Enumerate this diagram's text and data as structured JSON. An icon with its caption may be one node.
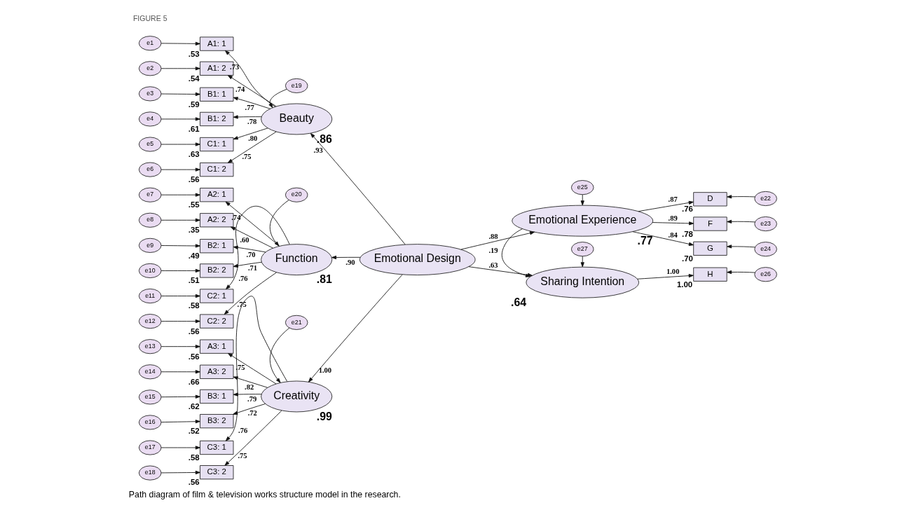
{
  "diagram": {
    "caption": "Path diagram of film & television works structure model in the research.",
    "nodes": [
      {
        "text": [
          "e1"
        ]
      },
      {
        "text": [
          "e2"
        ]
      },
      {
        "text": [
          "e3"
        ]
      },
      {
        "text": [
          "e4"
        ]
      },
      {
        "text": [
          "e5"
        ]
      },
      {
        "text": [
          "e6"
        ]
      },
      {
        "text": [
          "A1: 1"
        ],
        "beside": [
          ".53"
        ]
      },
      {
        "text": [
          "A1: 2"
        ],
        "beside": [
          ".54"
        ]
      },
      {
        "text": [
          "B1: 1"
        ],
        "beside": [
          ".59"
        ]
      },
      {
        "text": [
          "B1: 2"
        ],
        "beside": [
          ".61"
        ]
      },
      {
        "text": [
          "C1: 1"
        ],
        "beside": [
          ".63"
        ]
      },
      {
        "text": [
          "C1: 2"
        ],
        "beside": [
          ".56"
        ]
      },
      {
        "text": [
          "e19"
        ]
      },
      {
        "text": [
          "Beauty"
        ],
        "beside": [
          ".86"
        ]
      },
      {
        "text": [
          "e7"
        ]
      },
      {
        "text": [
          "e8"
        ]
      },
      {
        "text": [
          "e9"
        ]
      },
      {
        "text": [
          "e10"
        ]
      },
      {
        "text": [
          "e11"
        ]
      },
      {
        "text": [
          "e12"
        ]
      },
      {
        "text": [
          "A2: 1"
        ],
        "beside": [
          ".55"
        ]
      },
      {
        "text": [
          "A2: 2"
        ],
        "beside": [
          ".35"
        ]
      },
      {
        "text": [
          "B2: 1"
        ],
        "beside": [
          ".49"
        ]
      },
      {
        "text": [
          "B2: 2"
        ],
        "beside": [
          ".51"
        ]
      },
      {
        "text": [
          "C2: 1"
        ],
        "beside": [
          ".58"
        ]
      },
      {
        "text": [
          "C2: 2"
        ],
        "beside": [
          ".56"
        ]
      },
      {
        "text": [
          "e20"
        ]
      },
      {
        "text": [
          "Function"
        ],
        "beside": [
          ".81"
        ]
      },
      {
        "text": [
          "e13"
        ]
      },
      {
        "text": [
          "e14"
        ]
      },
      {
        "text": [
          "e15"
        ]
      },
      {
        "text": [
          "e16"
        ]
      },
      {
        "text": [
          "e17"
        ]
      },
      {
        "text": [
          "e18"
        ]
      },
      {
        "text": [
          "A3: 1"
        ],
        "beside": [
          ".56"
        ]
      },
      {
        "text": [
          "A3: 2"
        ],
        "beside": [
          ".66"
        ]
      },
      {
        "text": [
          "B3: 1"
        ],
        "beside": [
          ".62"
        ]
      },
      {
        "text": [
          "B3: 2"
        ],
        "beside": [
          ".52"
        ]
      },
      {
        "text": [
          "C3: 1"
        ],
        "beside": [
          ".58"
        ]
      },
      {
        "text": [
          "C3: 2"
        ],
        "beside": [
          ".56"
        ]
      },
      {
        "text": [
          "e21"
        ]
      },
      {
        "text": [
          "Creativity"
        ],
        "beside": [
          ".99"
        ]
      },
      {
        "text": [
          "Emotional Design"
        ]
      },
      {
        "text": [
          "Emotional Experience"
        ],
        "beside": [
          ".77"
        ]
      },
      {
        "text": [
          "D"
        ],
        "beside": [
          ".76"
        ]
      },
      {
        "text": [
          "F"
        ],
        "beside": [
          ".78"
        ]
      },
      {
        "text": [
          "G"
        ],
        "beside": [
          ".70"
        ]
      },
      {
        "text": [
          "e22"
        ]
      },
      {
        "text": [
          "e23"
        ]
      },
      {
        "text": [
          "e24"
        ]
      },
      {
        "text": [
          "e25"
        ]
      },
      {
        "text": [
          "Sharing Intention"
        ],
        "beside": [
          ".64"
        ]
      },
      {
        "text": [
          "H"
        ],
        "beside": [
          "1.00"
        ]
      },
      {
        "text": [
          "e26"
        ]
      },
      {
        "text": [
          "e27"
        ]
      }
    ],
    "edges": [
      {
        "from": 0,
        "to": 6,
        "arrow": "to"
      },
      {
        "from": 1,
        "to": 7,
        "arrow": "to"
      },
      {
        "from": 2,
        "to": 8,
        "arrow": "to"
      },
      {
        "from": 3,
        "to": 9,
        "arrow": "to"
      },
      {
        "from": 4,
        "to": 10,
        "arrow": "to"
      },
      {
        "from": 5,
        "to": 11,
        "arrow": "to"
      },
      {
        "from": 13,
        "to": 6,
        "arrow": "to",
        "label": ".73"
      },
      {
        "from": 13,
        "to": 7,
        "arrow": "to",
        "label": ".74"
      },
      {
        "from": 13,
        "to": 8,
        "arrow": "to",
        "label": ".77"
      },
      {
        "from": 13,
        "to": 9,
        "arrow": "to",
        "label": ".78"
      },
      {
        "from": 13,
        "to": 10,
        "arrow": "to",
        "label": ".80"
      },
      {
        "from": 13,
        "to": 11,
        "arrow": "to",
        "label": ".75"
      },
      {
        "from": 12,
        "to": 13,
        "arrow": "to"
      },
      {
        "from": 14,
        "to": 20,
        "arrow": "to"
      },
      {
        "from": 15,
        "to": 21,
        "arrow": "to"
      },
      {
        "from": 16,
        "to": 22,
        "arrow": "to"
      },
      {
        "from": 17,
        "to": 23,
        "arrow": "to"
      },
      {
        "from": 18,
        "to": 24,
        "arrow": "to"
      },
      {
        "from": 19,
        "to": 25,
        "arrow": "to"
      },
      {
        "from": 27,
        "to": 20,
        "arrow": "to",
        "label": ".74"
      },
      {
        "from": 27,
        "to": 21,
        "arrow": "to",
        "label": ".60"
      },
      {
        "from": 27,
        "to": 22,
        "arrow": "to",
        "label": ".70"
      },
      {
        "from": 27,
        "to": 23,
        "arrow": "to",
        "label": ".71"
      },
      {
        "from": 27,
        "to": 24,
        "arrow": "to",
        "label": ".76"
      },
      {
        "from": 27,
        "to": 25,
        "arrow": "to",
        "label": ".75"
      },
      {
        "from": 26,
        "to": 27,
        "arrow": "to"
      },
      {
        "from": 28,
        "to": 34,
        "arrow": "to"
      },
      {
        "from": 29,
        "to": 35,
        "arrow": "to"
      },
      {
        "from": 30,
        "to": 36,
        "arrow": "to"
      },
      {
        "from": 31,
        "to": 37,
        "arrow": "to"
      },
      {
        "from": 32,
        "to": 38,
        "arrow": "to"
      },
      {
        "from": 33,
        "to": 39,
        "arrow": "to"
      },
      {
        "from": 41,
        "to": 34,
        "arrow": "to",
        "label": ".75"
      },
      {
        "from": 41,
        "to": 35,
        "arrow": "to",
        "label": ".82"
      },
      {
        "from": 41,
        "to": 36,
        "arrow": "to",
        "label": ".79"
      },
      {
        "from": 41,
        "to": 37,
        "arrow": "to",
        "label": ".72"
      },
      {
        "from": 41,
        "to": 38,
        "arrow": "to",
        "label": ".76"
      },
      {
        "from": 41,
        "to": 39,
        "arrow": "to",
        "label": ".75"
      },
      {
        "from": 40,
        "to": 41,
        "arrow": "to"
      },
      {
        "from": 42,
        "to": 13,
        "arrow": "to",
        "label": ".93"
      },
      {
        "from": 42,
        "to": 27,
        "arrow": "to",
        "label": ".90"
      },
      {
        "from": 42,
        "to": 41,
        "arrow": "to",
        "label": "1.00"
      },
      {
        "from": 42,
        "to": 43,
        "arrow": "to",
        "label": ".88"
      },
      {
        "from": 42,
        "to": 51,
        "arrow": "to",
        "label": ".63"
      },
      {
        "from": 43,
        "to": 51,
        "arrow": "to",
        "label": ".19"
      },
      {
        "from": 43,
        "to": 44,
        "arrow": "to",
        "label": ".87"
      },
      {
        "from": 43,
        "to": 45,
        "arrow": "to",
        "label": ".89"
      },
      {
        "from": 43,
        "to": 46,
        "arrow": "to",
        "label": ".84"
      },
      {
        "from": 47,
        "to": 44,
        "arrow": "to"
      },
      {
        "from": 48,
        "to": 45,
        "arrow": "to"
      },
      {
        "from": 49,
        "to": 46,
        "arrow": "to"
      },
      {
        "from": 50,
        "to": 43,
        "arrow": "to"
      },
      {
        "from": 51,
        "to": 52,
        "arrow": "to",
        "label": "1.00"
      },
      {
        "from": 53,
        "to": 52,
        "arrow": "to"
      },
      {
        "from": 54,
        "to": 51,
        "arrow": "to"
      }
    ],
    "labels": [
      "FIGURE 5"
    ]
  }
}
